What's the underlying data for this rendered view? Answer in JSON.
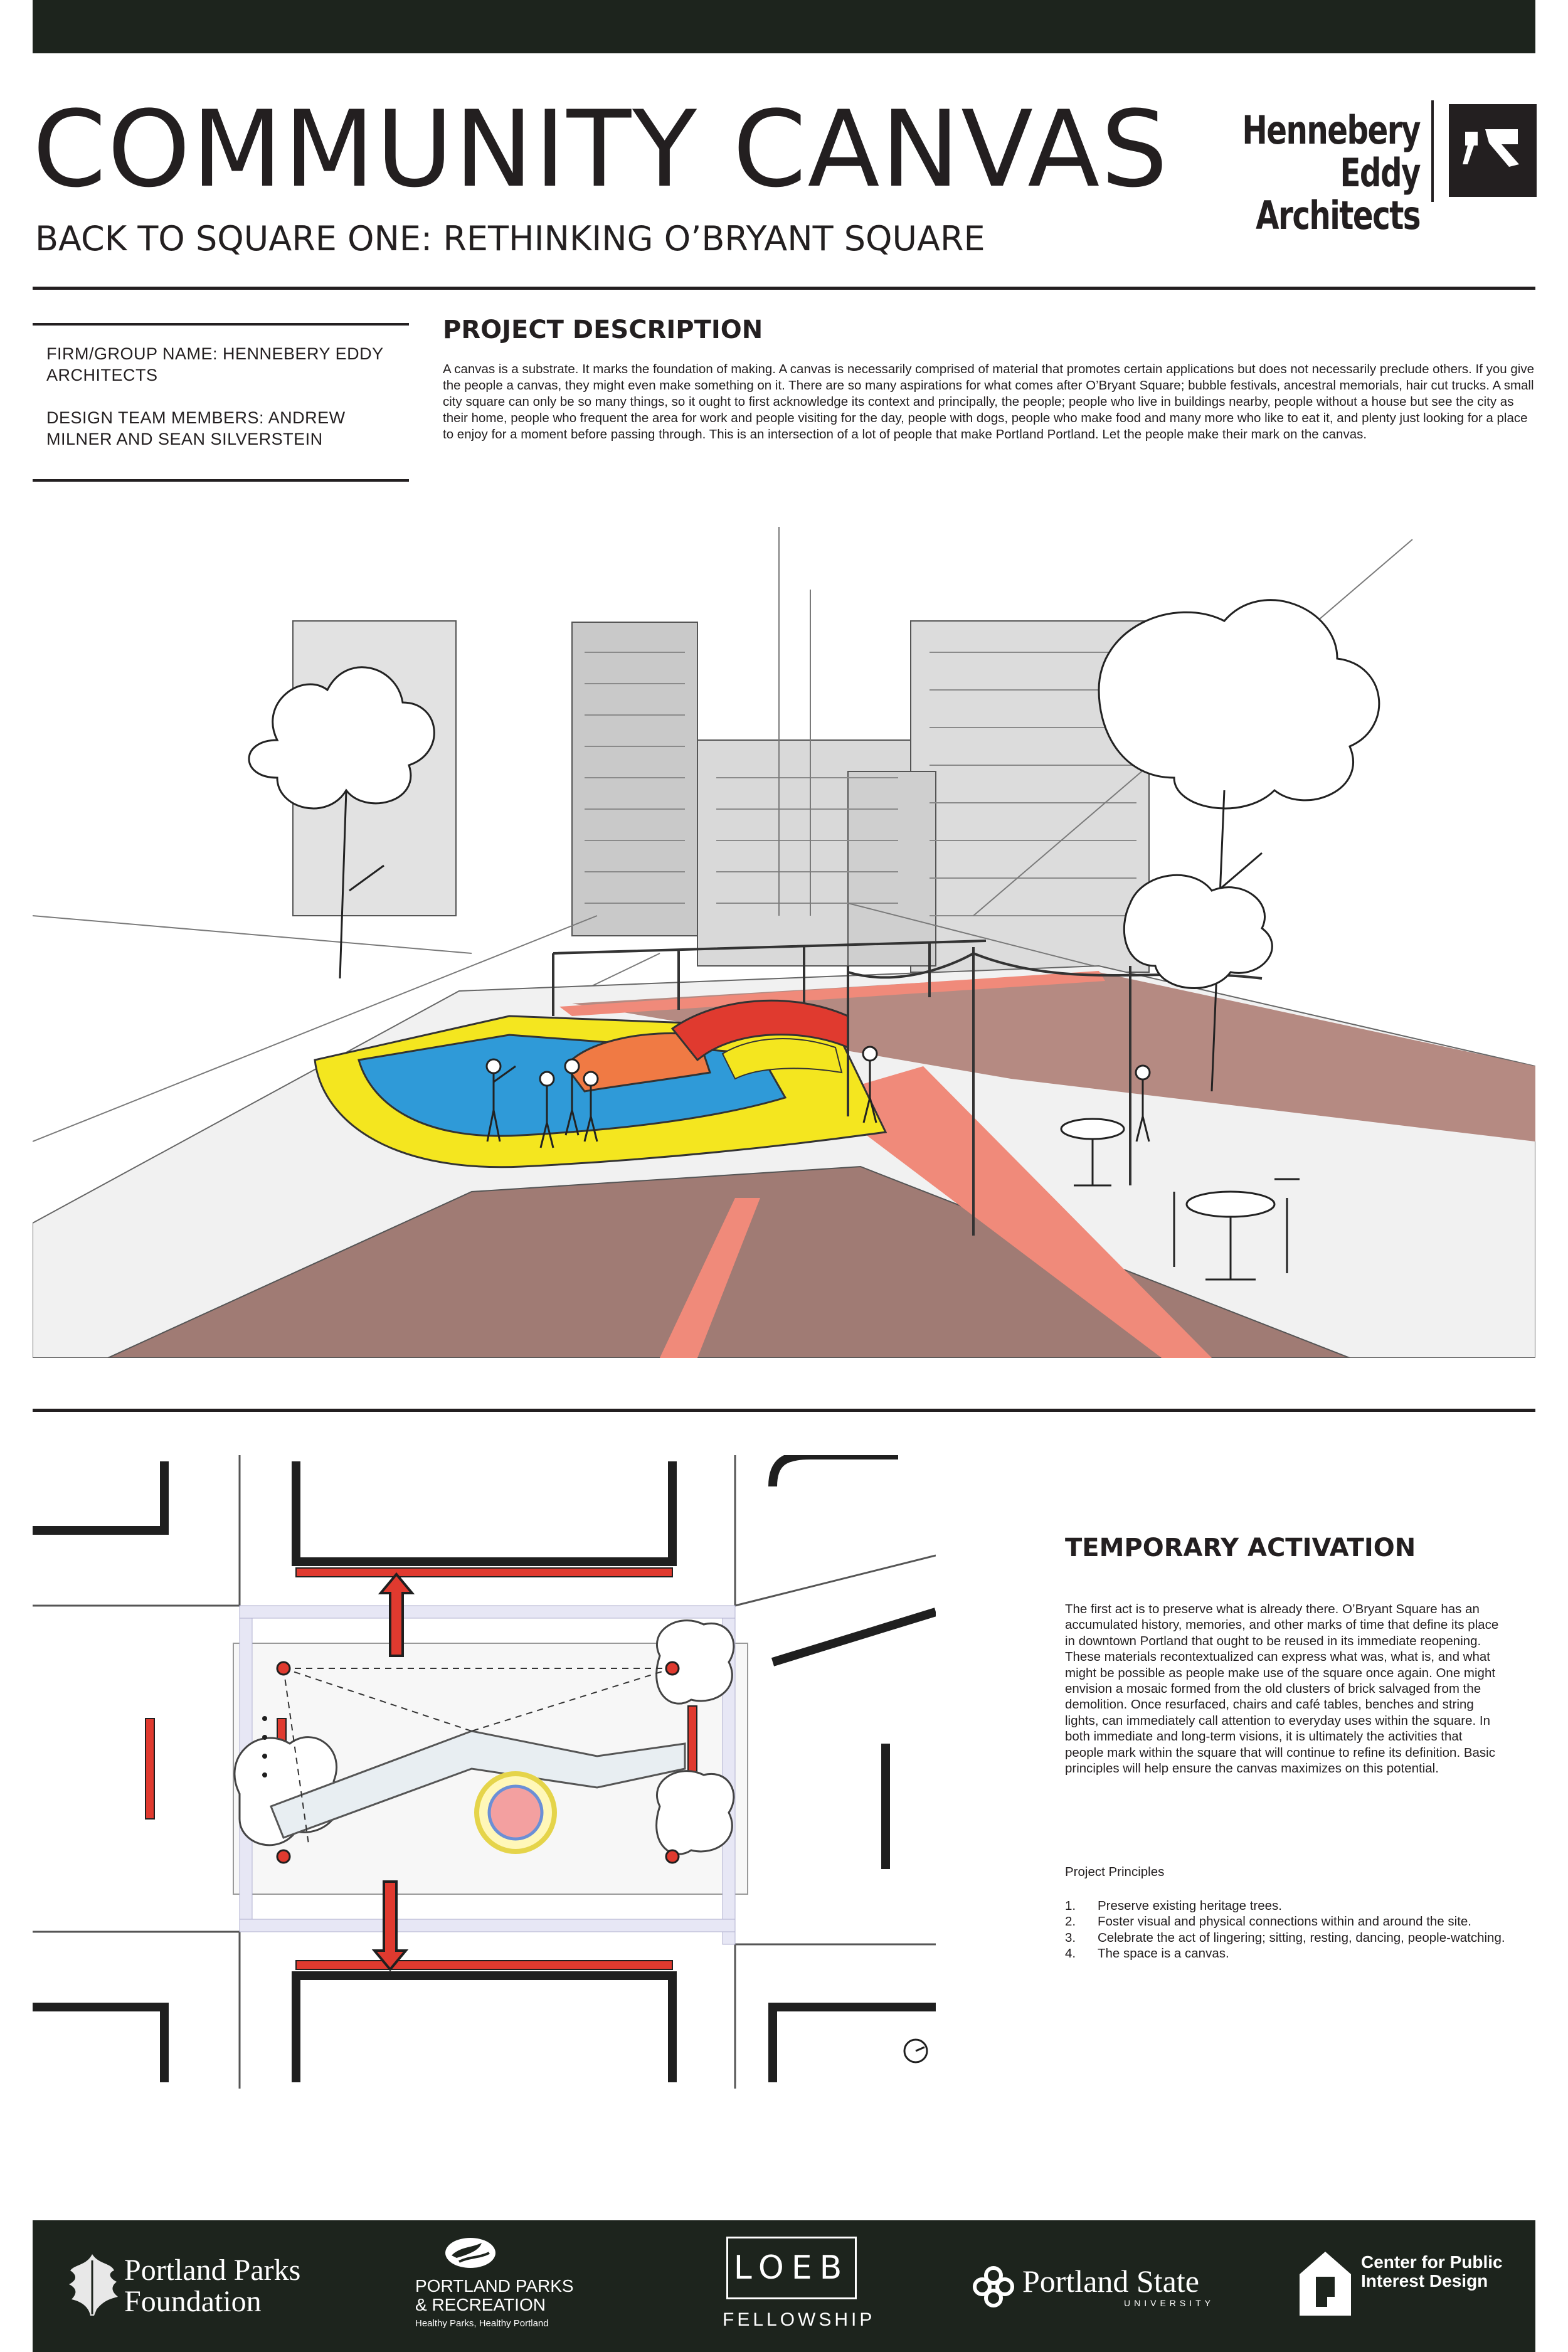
{
  "header": {
    "title": "COMMUNITY CANVAS",
    "subtitle": "BACK TO SQUARE ONE: RETHINKING O’BRYANT SQUARE",
    "firm_logo_lines": [
      "Hennebery Eddy",
      "Architects"
    ]
  },
  "team_info": {
    "firm": "FIRM/GROUP NAME: HENNEBERY EDDY ARCHITECTS",
    "members": "DESIGN TEAM MEMBERS: ANDREW MILNER AND SEAN SILVERSTEIN"
  },
  "project_description": {
    "heading": "PROJECT DESCRIPTION",
    "body": "A canvas is a substrate. It marks the foundation of making. A canvas is necessarily comprised of material that promotes certain applications but does not necessarily preclude others. If you give the people a canvas, they might even make something on it. There are so many aspirations for what comes after O’Bryant Square; bubble festivals, ancestral memorials, hair cut trucks. A small city square can only be so many things, so it ought to first acknowledge its context and principally, the people; people who live in buildings nearby, people without a house but see the city as their home, people who frequent the area for work and people visiting for the day, people with dogs, people who make food and many more who like to eat it, and plenty just looking for a place to enjoy for a moment before passing through. This is an intersection of a lot of people that make Portland Portland. Let the people make their mark on the canvas."
  },
  "temporary_activation": {
    "heading": "TEMPORARY ACTIVATION",
    "body": "The first act is to preserve what is already there. O’Bryant Square has an accumulated history, memories, and other marks of time that define its place in downtown Portland that ought to be reused in its immediate reopening. These materials recontextualized can express what was, what is, and what might be possible as people make use of the square once again. One might envision a mosaic formed from the old clusters of brick salvaged from the demolition. Once resurfaced, chairs and café tables, benches and string lights, can immediately call attention to everyday uses within the square. In both immediate and long-term visions, it is ultimately the activities that people mark within the square that will continue to refine its definition. Basic principles will help ensure the canvas maximizes on this potential.",
    "principles_title": "Project Principles",
    "principles": [
      {
        "num": "1.",
        "text": "Preserve existing heritage trees."
      },
      {
        "num": "2.",
        "text": "Foster visual and physical connections within and around the site."
      },
      {
        "num": "3.",
        "text": "Celebrate the act of lingering; sitting, resting, dancing, people-watching."
      },
      {
        "num": "4.",
        "text": "The space is a canvas."
      }
    ]
  },
  "footer": {
    "portland_parks_foundation": [
      "Portland Parks",
      "Foundation"
    ],
    "portland_parks_recreation": [
      "PORTLAND PARKS",
      "& RECREATION",
      "Healthy Parks, Healthy Portland"
    ],
    "loeb": [
      "LOEB",
      "FELLOWSHIP"
    ],
    "portland_state": [
      "Portland State",
      "UNIVERSITY"
    ],
    "cpid": "Center for Public Interest Design"
  },
  "colors": {
    "footer_background": "#1d241d",
    "text": "#231f20",
    "plaza_yellow": "#f4e61f",
    "plaza_blue": "#2f9ad8",
    "plaza_red": "#e03a2f",
    "plaza_orange": "#f07a44",
    "path_salmon": "#f08a7a",
    "brick": "#a07b74"
  },
  "icons": [
    "firm-mark-icon",
    "leaf-icon",
    "parks-emblem-icon",
    "psu-knot-icon",
    "cpid-mark-icon",
    "north-arrow-icon"
  ]
}
